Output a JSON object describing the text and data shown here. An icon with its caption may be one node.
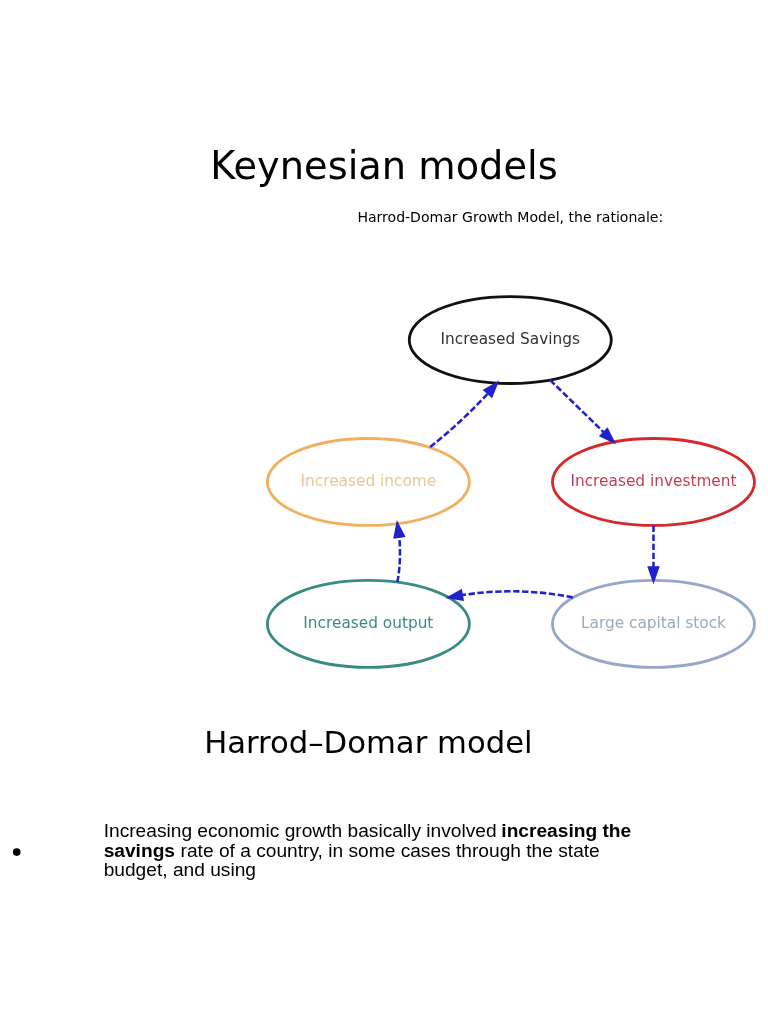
{
  "diagram": {
    "title": "Keynesian models",
    "nodes": [
      {
        "text": [
          "Increased Savings"
        ]
      },
      {
        "text": [
          "Increased investment"
        ]
      },
      {
        "text": [
          "Large capital stock"
        ]
      },
      {
        "text": [
          "Increased output"
        ]
      },
      {
        "text": [
          "Increased income"
        ]
      }
    ],
    "edges": [
      {
        "from": 0,
        "to": 1,
        "arrow": "to",
        "style": "dashed",
        "color": "#2222cc"
      },
      {
        "from": 1,
        "to": 2,
        "arrow": "to",
        "style": "dashed",
        "color": "#2222cc"
      },
      {
        "from": 2,
        "to": 3,
        "arrow": "to",
        "style": "dashed",
        "color": "#2222cc"
      },
      {
        "from": 3,
        "to": 4,
        "arrow": "to",
        "style": "dashed",
        "color": "#2222cc"
      },
      {
        "from": 4,
        "to": 0,
        "arrow": "to",
        "style": "dashed",
        "color": "#2222cc"
      }
    ],
    "labels": [
      "Harrod-Domar Growth Model, the rationale:",
      "Harrod–Domar model",
      "Increasing economic growth basically involved **increasing the savings** rate of a country, in some cases through the state budget, and using"
    ]
  }
}
